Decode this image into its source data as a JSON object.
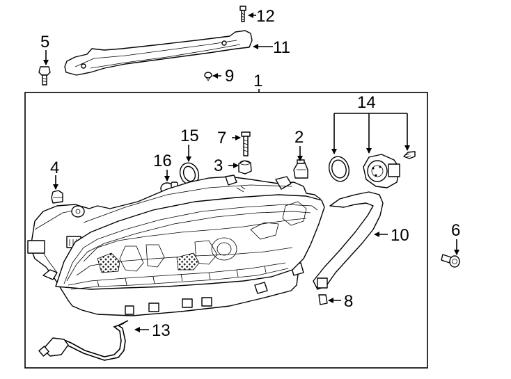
{
  "callouts": {
    "c1": "1",
    "c2": "2",
    "c3": "3",
    "c4": "4",
    "c5": "5",
    "c6": "6",
    "c7": "7",
    "c8": "8",
    "c9": "9",
    "c10": "10",
    "c11": "11",
    "c12": "12",
    "c13": "13",
    "c14": "14",
    "c15": "15",
    "c16": "16"
  },
  "colors": {
    "line": "#000000",
    "background": "#ffffff",
    "shade": "#444444"
  }
}
